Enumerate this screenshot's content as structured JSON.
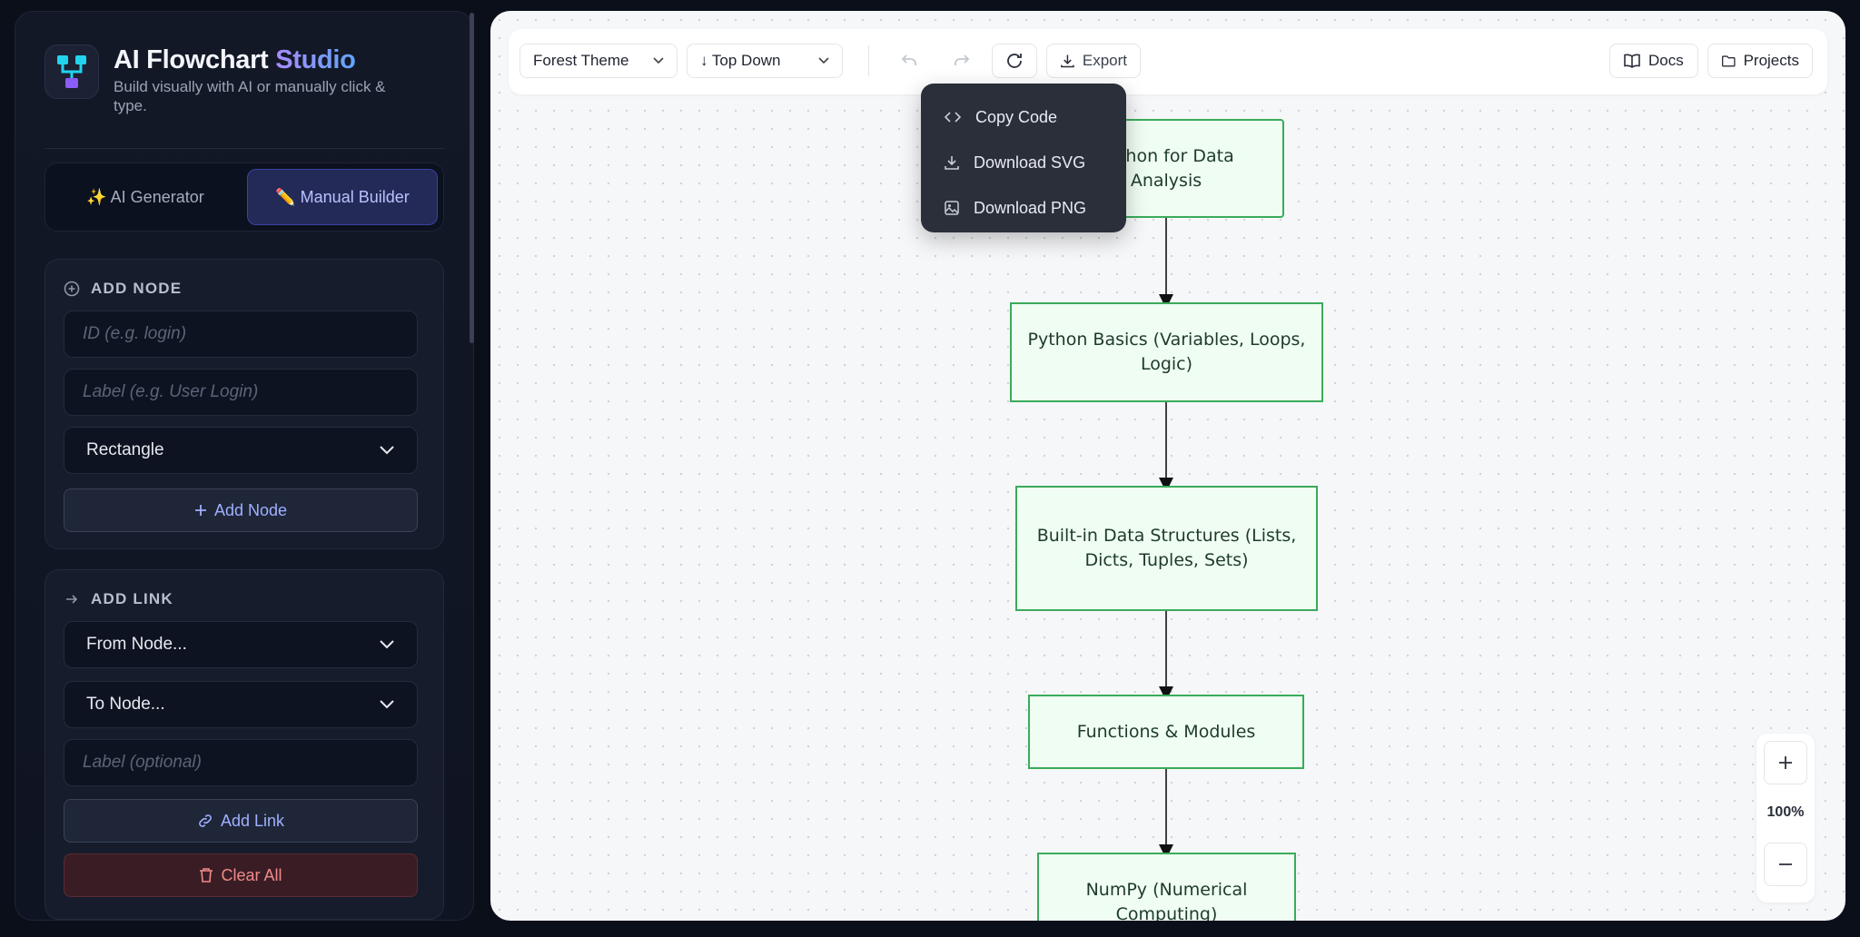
{
  "brand": {
    "title_main": "AI Flowchart",
    "title_accent": "Studio",
    "subtitle": "Build visually with AI or manually click & type."
  },
  "mode_tabs": [
    {
      "label": "✨ AI Generator",
      "active": false
    },
    {
      "label": "✏️ Manual Builder",
      "active": true
    }
  ],
  "add_node": {
    "heading": "ADD NODE",
    "id_placeholder": "ID (e.g. login)",
    "label_placeholder": "Label (e.g. User Login)",
    "shape_value": "Rectangle",
    "button_label": "Add Node"
  },
  "add_link": {
    "heading": "ADD LINK",
    "from_value": "From Node...",
    "to_value": "To Node...",
    "label_placeholder": "Label (optional)",
    "button_label": "Add Link",
    "clear_label": "Clear All"
  },
  "toolbar": {
    "theme": "Forest Theme",
    "direction": "↓ Top Down",
    "export_label": "Export",
    "docs_label": "Docs",
    "projects_label": "Projects"
  },
  "export_menu": [
    {
      "label": "Copy Code",
      "icon": "code-icon"
    },
    {
      "label": "Download SVG",
      "icon": "download-icon"
    },
    {
      "label": "Download PNG",
      "icon": "image-icon"
    }
  ],
  "flow_nodes": [
    "Python for Data Analysis",
    "Python Basics (Variables, Loops, Logic)",
    "Built-in Data Structures (Lists, Dicts, Tuples, Sets)",
    "Functions & Modules",
    "NumPy (Numerical Computing)"
  ],
  "zoom": {
    "level": "100%"
  },
  "colors": {
    "node_border": "#3aab5a",
    "node_fill": "#effdf2",
    "accent": "#9fb0ff",
    "danger": "#f08a8a"
  }
}
